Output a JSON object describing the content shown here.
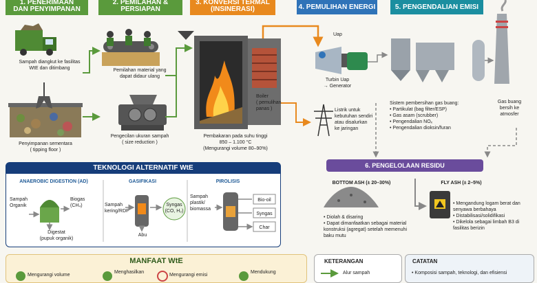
{
  "headers": {
    "h1": [
      "1. PENERIMAAN",
      "DAN PENYIMPANAN"
    ],
    "h2": [
      "2. PEMILAHAN &",
      "PERSIAPAN"
    ],
    "h3": [
      "3. KONVERSI TERMAL",
      "(INSINERASI)"
    ],
    "h4": "4. PEMULIHAN ENERGI",
    "h5": "5. PENGENDALIAN EMISI"
  },
  "colors": {
    "green": "#5a9a3c",
    "orange": "#e8891e",
    "blue": "#2f73b8",
    "teal": "#1b8ea0",
    "purple": "#6a4c9c",
    "navy": "#163d7a"
  },
  "stage1": {
    "truck_caption": [
      "Sampah diangkut ke fasilitas",
      "WtE dan ditimbang"
    ],
    "pit_caption": [
      "Penyimpanan sementara",
      "( tipping floor )"
    ]
  },
  "stage2": {
    "sort_caption": [
      "Pemilahan material yang",
      "dapat didaur ulang"
    ],
    "shred_caption": [
      "Pengecilan ukuran sampah",
      "( size reduction )"
    ]
  },
  "stage3": {
    "boiler_label": [
      "Boiler",
      "( pemulihan",
      "panas )"
    ],
    "caption": [
      "Pembakaran pada suhu tinggi",
      "850 – 1.100 °C",
      "(Mengurangi volume 80–90%)"
    ]
  },
  "stage4": {
    "steam": "Uap",
    "turbine": [
      "Turbin Uap",
      "→ Generator"
    ],
    "power": [
      "Listrik untuk",
      "kebutuhan sendiri",
      "atau disalurkan",
      "ke jaringan"
    ]
  },
  "stage5": {
    "title": "Sistem pembersihan gas buang:",
    "items": [
      "Partikulat (bag filter/ESP)",
      "Gas asam (scrubber)",
      "Pengendalian NOₓ",
      "Pengendalian dioksin/furan"
    ],
    "clean_gas": [
      "Gas buang",
      "bersih ke",
      "atmosfer"
    ]
  },
  "residue": {
    "title": "6. PENGELOLAAN RESIDU",
    "bottom_title": "BOTTOM ASH (± 20–30%)",
    "bottom_items": [
      "Diolah & disaring",
      "Dapat dimanfaatkan sebagai material konstruksi (agregat) setelah memenuhi baku mutu"
    ],
    "fly_title": "FLY ASH (± 2–5%)",
    "fly_items": [
      "Mengandung logam berat dan senyawa berbahaya",
      "Distabilisasi/solidifikasi",
      "Dikelola sebagai limbah B3 di fasilitas berizin"
    ]
  },
  "alt": {
    "title": "TEKNOLOGI ALTERNATIF WtE",
    "ad": {
      "title": "ANAEROBIC DIGESTION (AD)",
      "input": [
        "Sampah",
        "Organik"
      ],
      "biogas": [
        "Biogas",
        "(CH₄)"
      ],
      "digestate": [
        "Digestat",
        "(pupuk organik)"
      ]
    },
    "gas": {
      "title": "GASIFIKASI",
      "input": [
        "Sampah",
        "kering/RDF"
      ],
      "syngas": [
        "Syngas",
        "(CO, H₂)"
      ],
      "ash": "Abu"
    },
    "pyro": {
      "title": "PIROLISIS",
      "input": [
        "Sampah",
        "plastik/",
        "biomassa"
      ],
      "outputs": [
        "Bio-oil",
        "Syngas",
        "Char"
      ]
    }
  },
  "benefits": {
    "title": "MANFAAT WtE",
    "items": [
      "Mengurangi volume",
      "Menghasilkan",
      "Mengurangi emisi",
      "Mendukung"
    ]
  },
  "legend": {
    "title": "KETERANGAN",
    "items": [
      "Alur sampah"
    ]
  },
  "notes": {
    "title": "CATATAN",
    "items": [
      "Komposisi sampah, teknologi, dan efisiensi"
    ]
  }
}
